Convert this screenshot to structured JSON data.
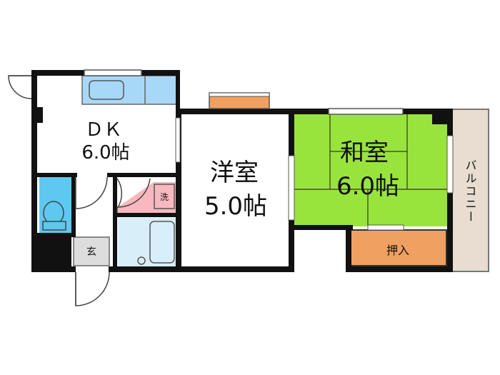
{
  "rooms": {
    "dk": {
      "name": "ＤＫ",
      "size": "6.0帖"
    },
    "western": {
      "name": "洋室",
      "size": "5.0帖"
    },
    "japanese": {
      "name": "和室",
      "size": "6.0帖"
    }
  },
  "labels": {
    "balcony": "バルコニー",
    "closet": "押入",
    "entrance": "玄",
    "laundry": "洗"
  },
  "colors": {
    "wall": "#111111",
    "japanese_room": "#99e43c",
    "closet": "#f0a060",
    "balcony": "#e8ddd0",
    "toilet": "#5ec8f0",
    "kitchen": "#a8d8f8",
    "bath": "#d8eef8",
    "laundry": "#f8b8c0",
    "entrance": "#dddddd"
  }
}
